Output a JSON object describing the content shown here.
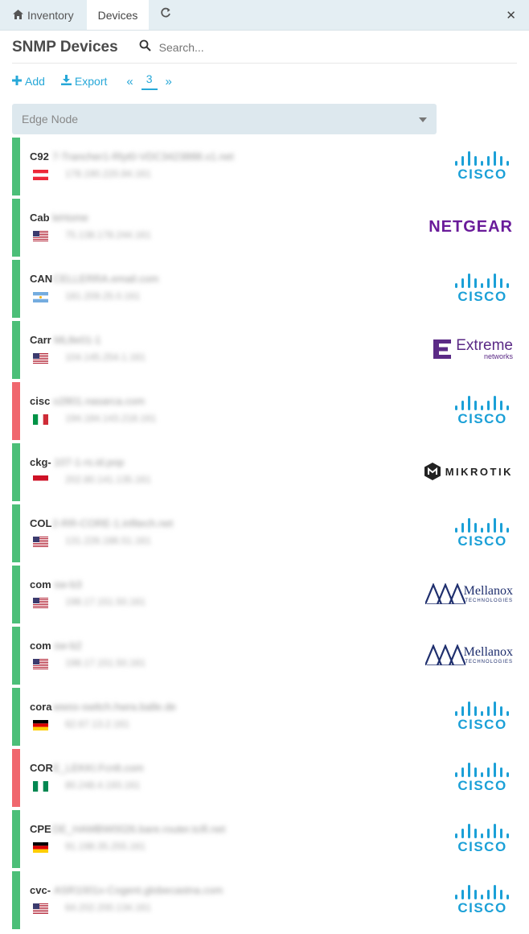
{
  "tabs": {
    "inventory": "Inventory",
    "devices": "Devices"
  },
  "header": {
    "title": "SNMP Devices",
    "search_placeholder": "Search..."
  },
  "toolbar": {
    "add": "Add",
    "export": "Export",
    "prev": "«",
    "page": "3",
    "next": "»"
  },
  "filter": {
    "selected": "Edge Node"
  },
  "colors": {
    "up": "#4cbf78",
    "down": "#f0676e",
    "accent": "#27a8d8",
    "cisco": "#1ba0d7",
    "netgear": "#6a1b9a",
    "extreme": "#5b2a86",
    "mellanox": "#1f2f6e"
  },
  "devices": [
    {
      "name": "C92",
      "name_rest": "7-Trancher1-Rlyt0-VDC3423888.x1.net",
      "ip": "178.190.220.84.161",
      "flag": "austria",
      "vendor": "cisco",
      "status": "up"
    },
    {
      "name": "Cab",
      "name_rest": "leHome",
      "ip": "75.138.178.244.161",
      "flag": "usa",
      "vendor": "netgear",
      "status": "up"
    },
    {
      "name": "CAN",
      "name_rest": "CELLERRA.email.com",
      "ip": "181.209.25.0.161",
      "flag": "argentina",
      "vendor": "cisco",
      "status": "up"
    },
    {
      "name": "Carr",
      "name_rest": "ML8e01-1",
      "ip": "104.145.254.1.161",
      "flag": "usa",
      "vendor": "extreme",
      "status": "up"
    },
    {
      "name": "cisc",
      "name_rest": "o2801.nasarca.com",
      "ip": "194.184.143.218.161",
      "flag": "italy",
      "vendor": "cisco",
      "status": "down"
    },
    {
      "name": "ckg-",
      "name_rest": "107-1-rs.id.pop",
      "ip": "202.80.141.135.161",
      "flag": "indonesia",
      "vendor": "mikrotik",
      "status": "up"
    },
    {
      "name": "COL",
      "name_rest": "2-RR-CORE-1.infitech.net",
      "ip": "131.226.186.51.161",
      "flag": "usa",
      "vendor": "cisco",
      "status": "up"
    },
    {
      "name": "com",
      "name_rest": "sw-b3",
      "ip": "198.17.151.50.161",
      "flag": "usa",
      "vendor": "mellanox",
      "status": "up"
    },
    {
      "name": "com",
      "name_rest": "sw-b2",
      "ip": "198.17.151.50.161",
      "flag": "usa",
      "vendor": "mellanox",
      "status": "up"
    },
    {
      "name": "cora",
      "name_rest": "wwss-switch.hwra.balle.de",
      "ip": "62.67.13.2.161",
      "flag": "germany",
      "vendor": "cisco",
      "status": "up"
    },
    {
      "name": "COR",
      "name_rest": "E_LEKKI.Fcnlt.com",
      "ip": "80.248.4.193.161",
      "flag": "nigeria",
      "vendor": "cisco",
      "status": "down"
    },
    {
      "name": "CPE",
      "name_rest": "DE_HAMBW0026.bare.router.tcifi.net",
      "ip": "91.198.35.255.161",
      "flag": "germany",
      "vendor": "cisco",
      "status": "up"
    },
    {
      "name": "cvc-",
      "name_rest": "ASR1001x-Cogent.globecastna.com",
      "ip": "64.202.200.134.161",
      "flag": "usa",
      "vendor": "cisco",
      "status": "up"
    }
  ],
  "logos": {
    "cisco": "CISCO",
    "netgear": "NETGEAR",
    "extreme": "Extreme",
    "extreme_sub": "networks",
    "mikrotik": "MIKROTIK",
    "mellanox": "Mellanox",
    "mellanox_sub": "TECHNOLOGIES"
  }
}
